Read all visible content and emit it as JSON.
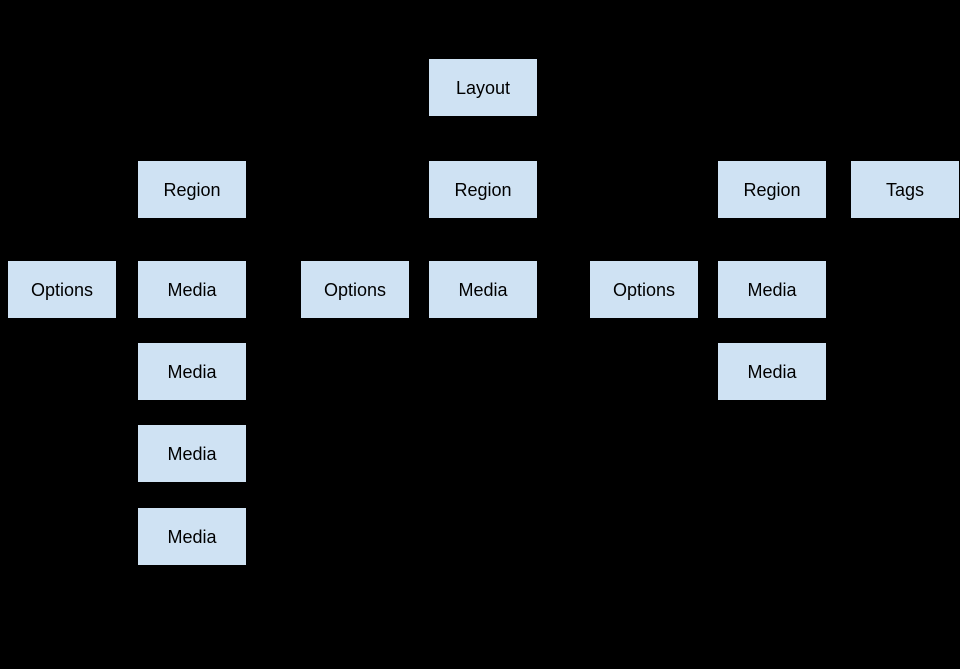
{
  "colors": {
    "background": "#000000",
    "node_fill": "#cfe2f3",
    "node_text": "#000000"
  },
  "diagram": {
    "type": "tree",
    "description": "Layout hierarchy diagram: a Layout root with three Region branches (each having Media children and an adjacent Options node) and a Tags node",
    "nodes": [
      {
        "id": "layout",
        "label": "Layout",
        "col": 4,
        "row": 0
      },
      {
        "id": "region-1",
        "label": "Region",
        "col": 2,
        "row": 1
      },
      {
        "id": "region-2",
        "label": "Region",
        "col": 4,
        "row": 1
      },
      {
        "id": "region-3",
        "label": "Region",
        "col": 6,
        "row": 1
      },
      {
        "id": "tags",
        "label": "Tags",
        "col": 7,
        "row": 1
      },
      {
        "id": "options-1",
        "label": "Options",
        "col": 1,
        "row": 2
      },
      {
        "id": "media-1-1",
        "label": "Media",
        "col": 2,
        "row": 2
      },
      {
        "id": "options-2",
        "label": "Options",
        "col": 3,
        "row": 2
      },
      {
        "id": "media-2-1",
        "label": "Media",
        "col": 4,
        "row": 2
      },
      {
        "id": "options-3",
        "label": "Options",
        "col": 5,
        "row": 2
      },
      {
        "id": "media-3-1",
        "label": "Media",
        "col": 6,
        "row": 2
      },
      {
        "id": "media-1-2",
        "label": "Media",
        "col": 2,
        "row": 3
      },
      {
        "id": "media-3-2",
        "label": "Media",
        "col": 6,
        "row": 3
      },
      {
        "id": "media-1-3",
        "label": "Media",
        "col": 2,
        "row": 4
      },
      {
        "id": "media-1-4",
        "label": "Media",
        "col": 2,
        "row": 5
      }
    ]
  }
}
